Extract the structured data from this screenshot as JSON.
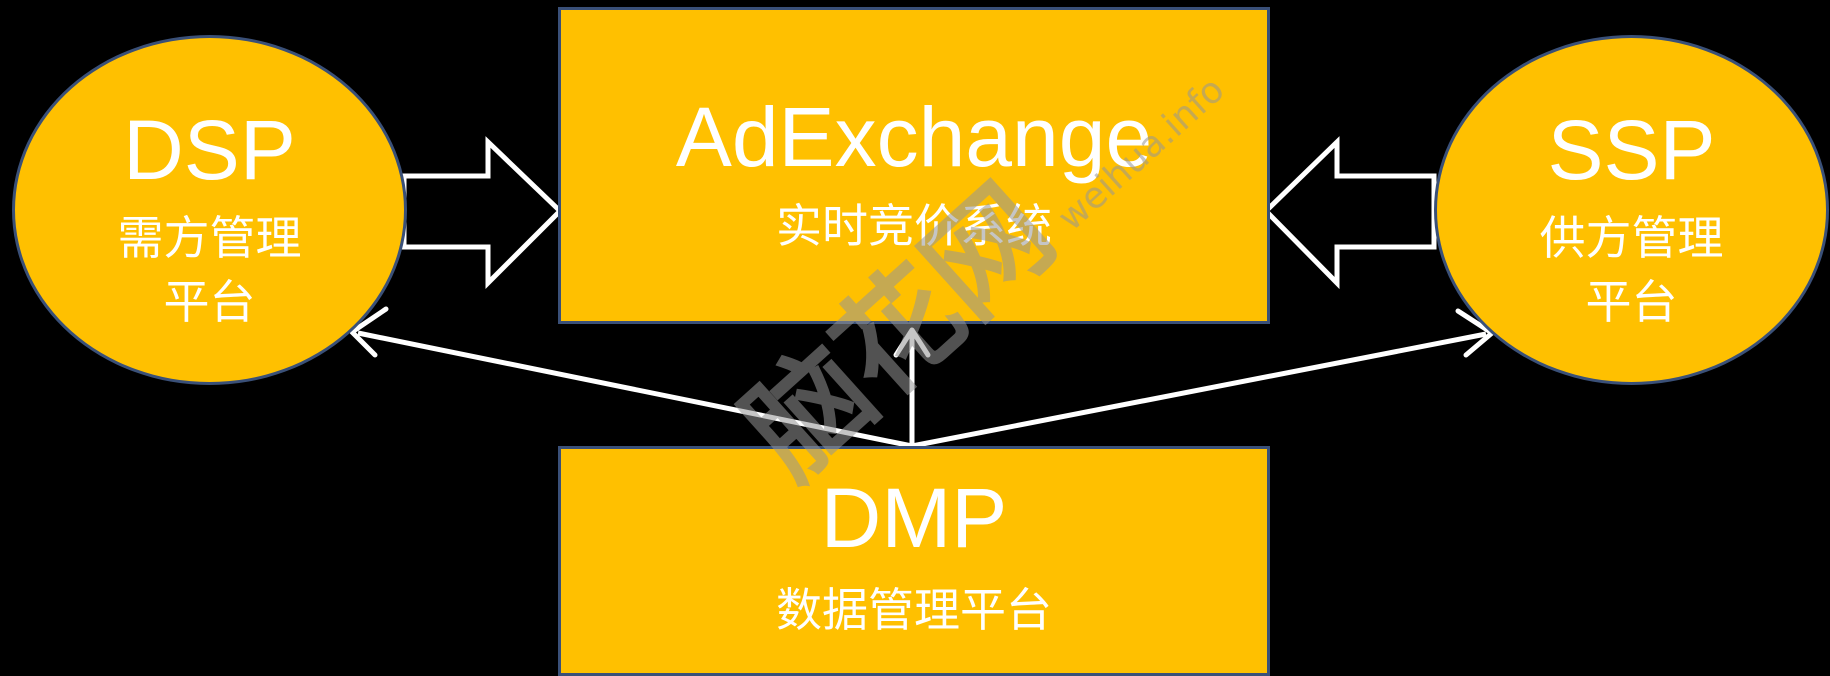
{
  "nodes": {
    "dsp": {
      "title": "DSP",
      "subtitle_line1": "需方管理",
      "subtitle_line2": "平台"
    },
    "adx": {
      "title": "AdExchange",
      "subtitle": "实时竞价系统"
    },
    "ssp": {
      "title": "SSP",
      "subtitle_line1": "供方管理",
      "subtitle_line2": "平台"
    },
    "dmp": {
      "title": "DMP",
      "subtitle": "数据管理平台"
    }
  },
  "watermark": {
    "text": "脑花网",
    "url_text": "weihua.info"
  },
  "colors": {
    "background": "#000000",
    "node_fill": "#FFC000",
    "node_border": "#3A5078",
    "text": "#FFFFFF",
    "arrow": "#FFFFFF"
  }
}
